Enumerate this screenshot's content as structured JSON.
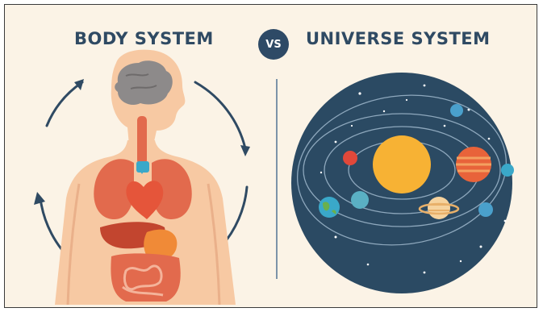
{
  "header": {
    "left_title": "BODY SYSTEM",
    "vs_label": "VS",
    "right_title": "UNIVERSE SYSTEM"
  },
  "colors": {
    "background": "#fbf3e6",
    "title": "#2f4a63",
    "badge": "#2e4a66",
    "skin": "#f7c9a3",
    "organs": "#e26a4d",
    "space": "#2b4a63",
    "sun": "#f7b234"
  },
  "icons": [
    "cycle-arrows",
    "human-anatomy",
    "solar-system"
  ]
}
